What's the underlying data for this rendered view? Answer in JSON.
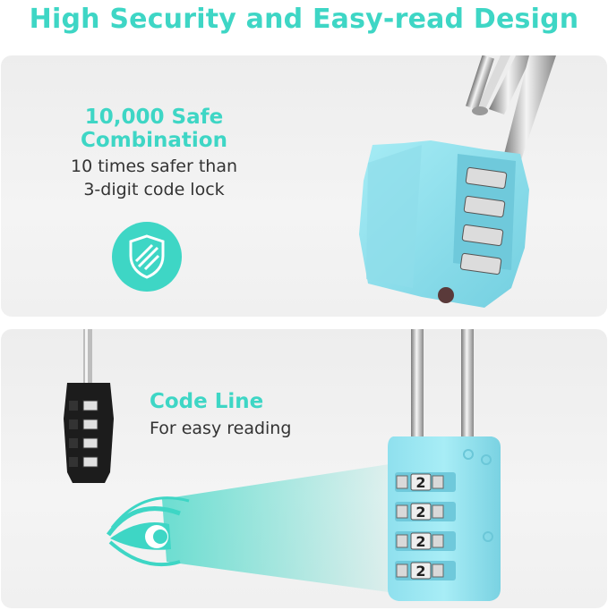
{
  "header": {
    "title": "High Security and Easy-read Design"
  },
  "top_panel": {
    "heading": "10,000 Safe Combination",
    "line1": "10 times safer than",
    "line2": "3-digit code lock",
    "icon": "shield-icon"
  },
  "bottom_panel": {
    "heading": "Code Line",
    "subheading": "For easy reading",
    "front_digits": [
      "2",
      "2",
      "2",
      "2"
    ]
  },
  "colors": {
    "accent": "#3ed6c5",
    "lock_body": "#8fe1ee",
    "panel_bg": "#efefef"
  }
}
